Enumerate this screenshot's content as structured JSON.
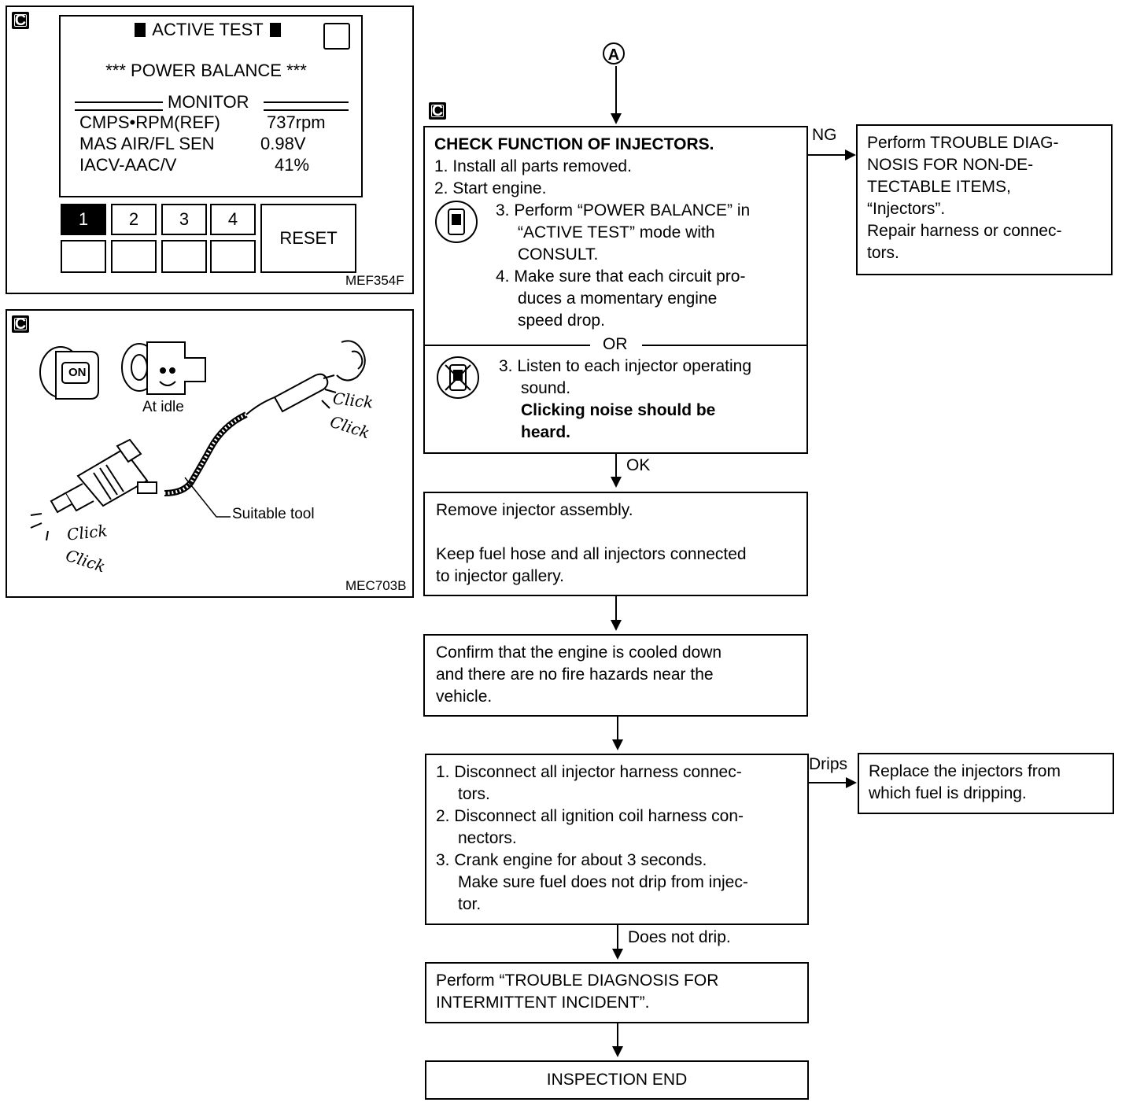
{
  "badge": "C",
  "connector": "A",
  "panel1": {
    "code": "MEF354F",
    "title": "ACTIVE TEST",
    "subtitle": "*** POWER BALANCE ***",
    "monitor": "MONITOR",
    "rows": [
      {
        "label": "CMPS•RPM(REF)",
        "value": "737rpm"
      },
      {
        "label": "MAS AIR/FL SEN",
        "value": "0.98V"
      },
      {
        "label": "IACV-AAC/V",
        "value": "41%"
      }
    ],
    "buttons": [
      "1",
      "2",
      "3",
      "4"
    ],
    "reset": "RESET"
  },
  "panel2": {
    "code": "MEC703B",
    "ignition": "ON",
    "idle": "At idle",
    "tool": "Suitable tool",
    "click": "Click"
  },
  "flow": {
    "step1": {
      "title": "CHECK FUNCTION OF INJECTORS.",
      "l1": "1. Install all parts removed.",
      "l2": "2. Start engine.",
      "a3": "3. Perform “POWER BALANCE” in",
      "a3b": "“ACTIVE TEST” mode with",
      "a3c": "CONSULT.",
      "a4": "4. Make sure that each circuit pro-",
      "a4b": "duces a momentary engine",
      "a4c": "speed drop.",
      "or": "OR",
      "b3": "3. Listen to each injector operating",
      "b3b": "sound.",
      "b3c": "Clicking noise should be",
      "b3d": "heard."
    },
    "ng_label": "NG",
    "ng_box": [
      "Perform TROUBLE DIAG-",
      "NOSIS FOR NON-DE-",
      "TECTABLE ITEMS,",
      "“Injectors”.",
      "Repair harness or connec-",
      "tors."
    ],
    "ok_label": "OK",
    "step2": [
      "Remove injector assembly.",
      "",
      "Keep fuel hose and all injectors connected",
      "to injector gallery."
    ],
    "step3": [
      "Confirm that the engine is cooled down",
      "and there are no fire hazards near the",
      "vehicle."
    ],
    "step4": [
      "1. Disconnect all injector harness connec-",
      "tors.",
      "2. Disconnect all ignition coil harness con-",
      "nectors.",
      "3. Crank engine for about 3 seconds.",
      "Make sure fuel does not drip from injec-",
      "tor."
    ],
    "drips_label": "Drips",
    "drips_box": [
      "Replace the injectors from",
      "which fuel is dripping."
    ],
    "notdrip_label": "Does not drip.",
    "step5": [
      "Perform “TROUBLE DIAGNOSIS FOR",
      "INTERMITTENT INCIDENT”."
    ],
    "end": "INSPECTION END"
  }
}
